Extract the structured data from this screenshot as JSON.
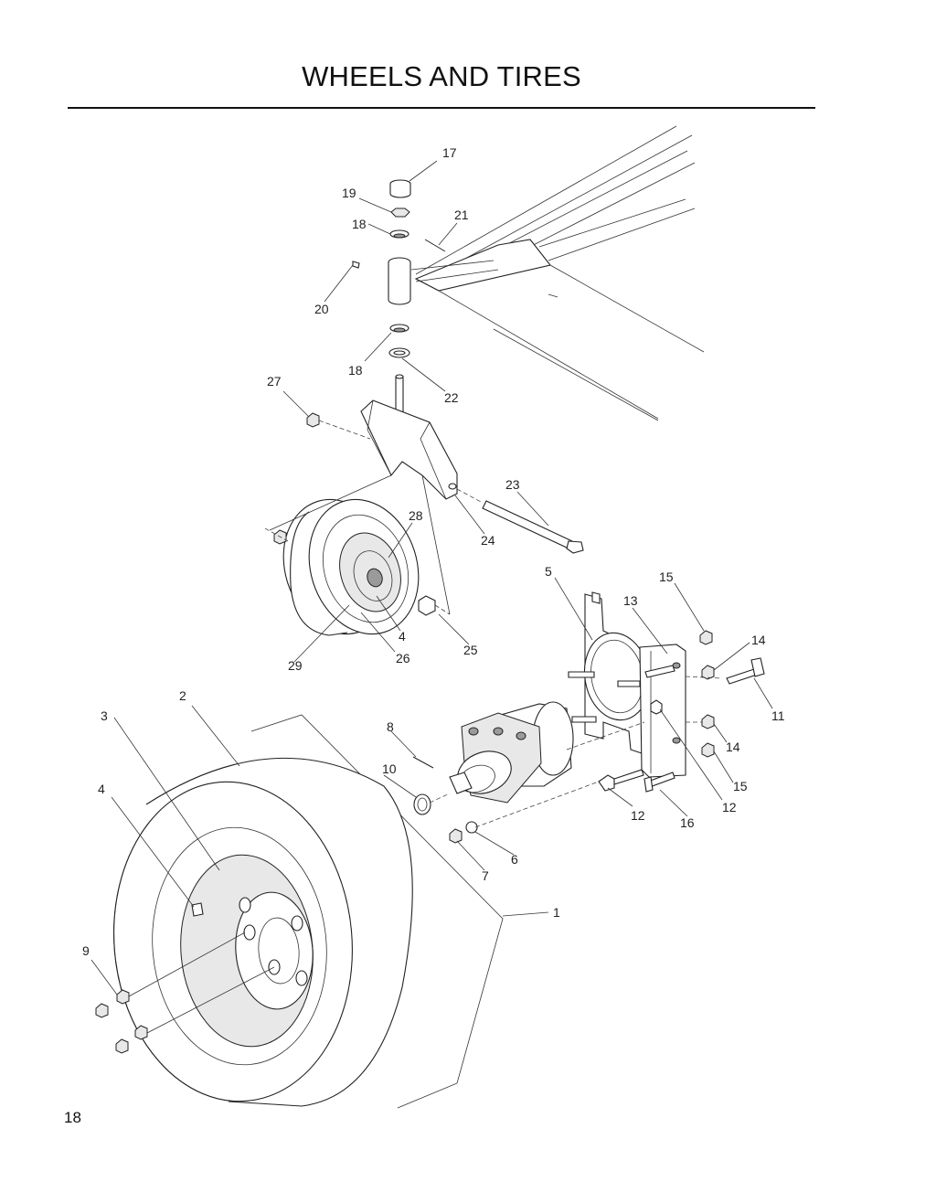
{
  "page": {
    "title": "WHEELS AND TIRES",
    "page_number": "18"
  },
  "callouts": [
    {
      "id": "c17",
      "label": "17"
    },
    {
      "id": "c19",
      "label": "19"
    },
    {
      "id": "c18a",
      "label": "18"
    },
    {
      "id": "c21",
      "label": "21"
    },
    {
      "id": "c20",
      "label": "20"
    },
    {
      "id": "c18b",
      "label": "18"
    },
    {
      "id": "c22",
      "label": "22"
    },
    {
      "id": "c27",
      "label": "27"
    },
    {
      "id": "c23",
      "label": "23"
    },
    {
      "id": "c28",
      "label": "28"
    },
    {
      "id": "c24",
      "label": "24"
    },
    {
      "id": "c5",
      "label": "5"
    },
    {
      "id": "c15a",
      "label": "15"
    },
    {
      "id": "c13",
      "label": "13"
    },
    {
      "id": "c14a",
      "label": "14"
    },
    {
      "id": "c4a",
      "label": "4"
    },
    {
      "id": "c25",
      "label": "25"
    },
    {
      "id": "c26",
      "label": "26"
    },
    {
      "id": "c29",
      "label": "29"
    },
    {
      "id": "c2",
      "label": "2"
    },
    {
      "id": "c3",
      "label": "3"
    },
    {
      "id": "c11",
      "label": "11"
    },
    {
      "id": "c8",
      "label": "8"
    },
    {
      "id": "c14b",
      "label": "14"
    },
    {
      "id": "c10",
      "label": "10"
    },
    {
      "id": "c4b",
      "label": "4"
    },
    {
      "id": "c15b",
      "label": "15"
    },
    {
      "id": "c12a",
      "label": "12"
    },
    {
      "id": "c12b",
      "label": "12"
    },
    {
      "id": "c16",
      "label": "16"
    },
    {
      "id": "c6",
      "label": "6"
    },
    {
      "id": "c7",
      "label": "7"
    },
    {
      "id": "c1",
      "label": "1"
    },
    {
      "id": "c9",
      "label": "9"
    }
  ]
}
